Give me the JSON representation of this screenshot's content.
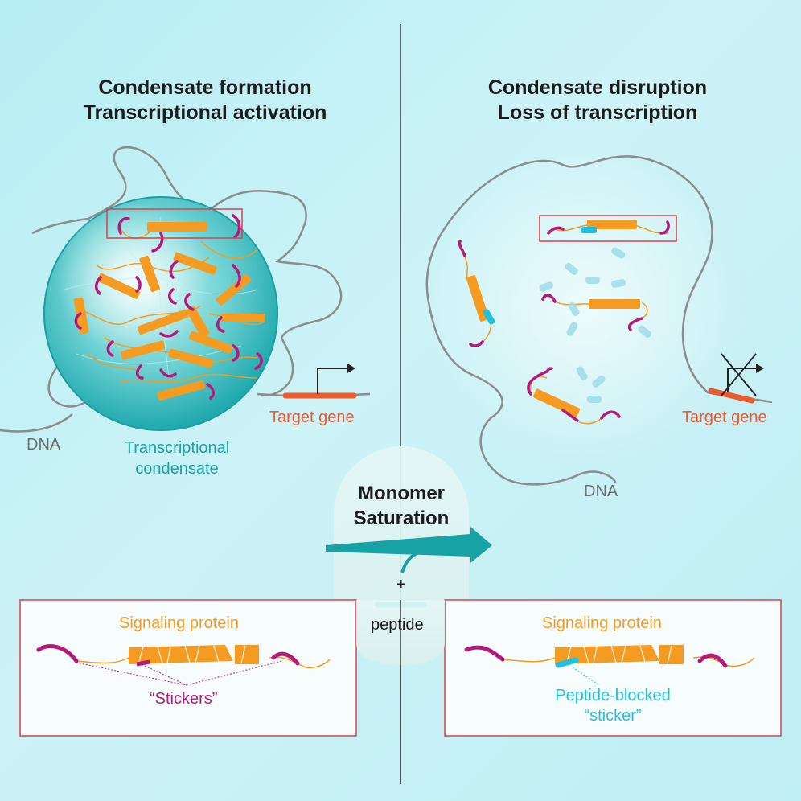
{
  "left_panel": {
    "title_line1": "Condensate formation",
    "title_line2": "Transcriptional activation",
    "dna_label": "DNA",
    "condensate_label_line1": "Transcriptional",
    "condensate_label_line2": "condensate",
    "target_gene_label": "Target gene"
  },
  "right_panel": {
    "title_line1": "Condensate disruption",
    "title_line2": "Loss of transcription",
    "dna_label": "DNA",
    "target_gene_label": "Target gene"
  },
  "center": {
    "arrow_label_line1": "Monomer",
    "arrow_label_line2": "Saturation",
    "plus": "+",
    "peptide_label": "peptide"
  },
  "legend_left": {
    "title": "Signaling protein",
    "stickers_label": "“Stickers”"
  },
  "legend_right": {
    "title": "Signaling protein",
    "blocked_line1": "Peptide-blocked",
    "blocked_line2": "“sticker”"
  },
  "colors": {
    "teal": "#17a2a6",
    "orange": "#f59b21",
    "magenta": "#b5197c",
    "cyan": "#1fc0e0",
    "target_gene": "#ee5a2c",
    "box_border": "#d8434b"
  }
}
